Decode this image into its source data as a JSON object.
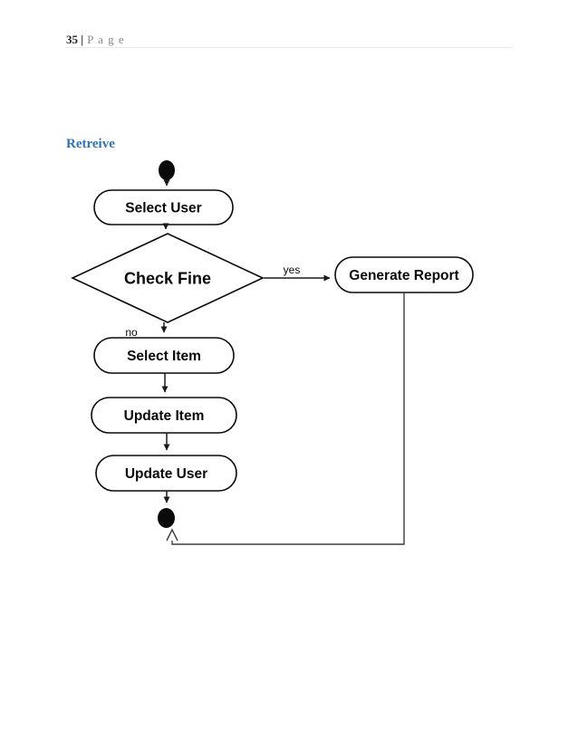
{
  "page": {
    "header": {
      "page_number": "35 |",
      "page_word": "P a g e"
    },
    "heading": "Retreive"
  },
  "diagram": {
    "type": "uml-activity-flowchart",
    "nodes": {
      "start": "initial-node",
      "select_user": "Select User",
      "check_fine": "Check Fine",
      "generate_report": "Generate Report",
      "select_item": "Select Item",
      "update_item": "Update Item",
      "update_user": "Update User",
      "end": "final-node"
    },
    "guards": {
      "yes": "yes",
      "no": "no"
    },
    "flow": [
      "start -> Select User",
      "Select User -> Check Fine",
      "Check Fine -yes-> Generate Report",
      "Check Fine -no-> Select Item",
      "Select Item -> Update Item",
      "Update Item -> Update User",
      "Update User -> end",
      "Generate Report -> end"
    ]
  },
  "colors": {
    "heading_blue": "#2E74B5",
    "shape_stroke": "#0a0a0a",
    "shape_fill": "#ffffff",
    "connector_gray": "#3f3f3f",
    "header_text_gray": "#8a8a8a"
  }
}
